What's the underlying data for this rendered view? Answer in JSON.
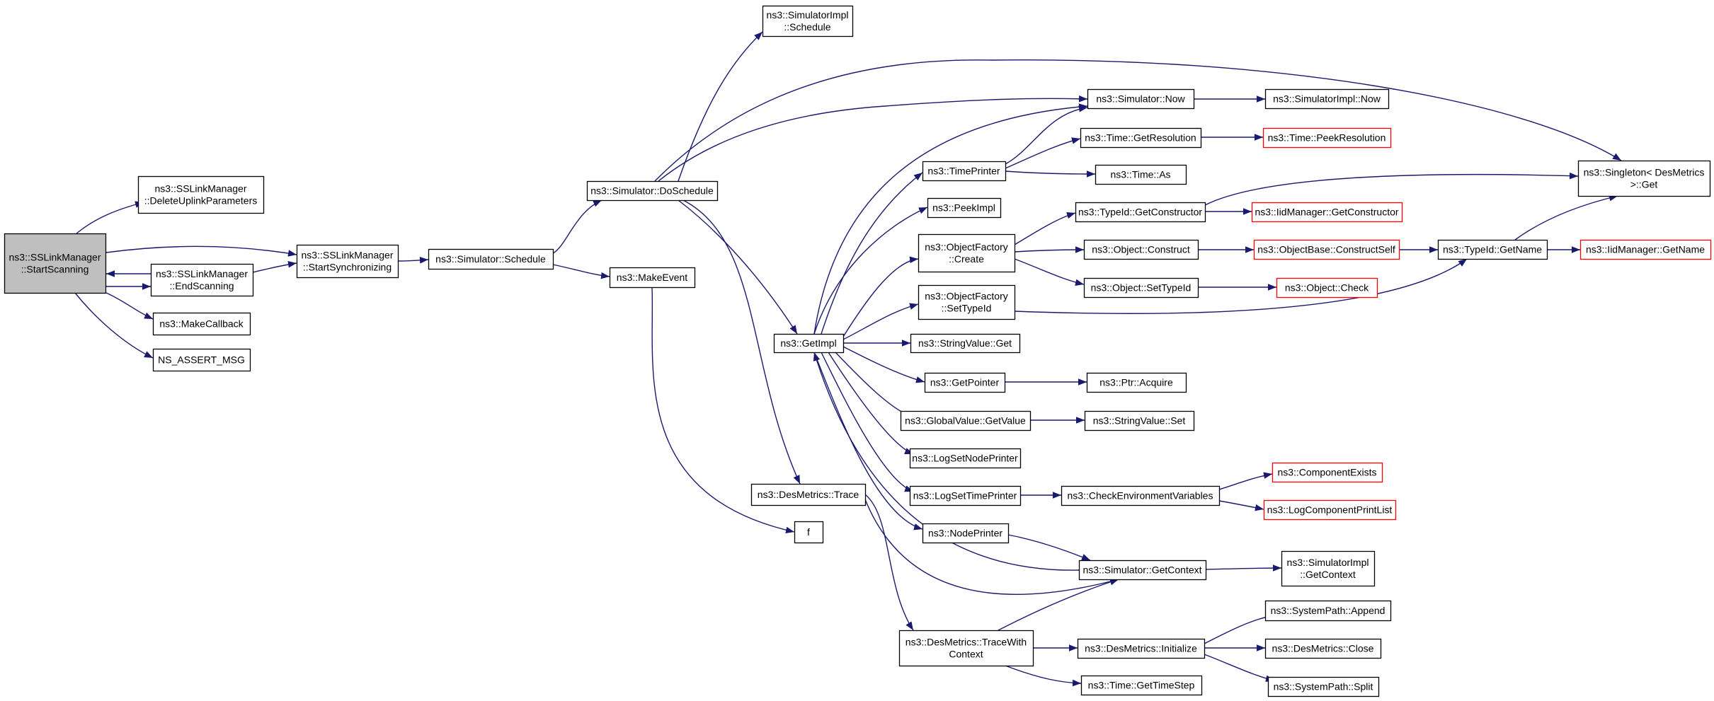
{
  "colors": {
    "edge": "#191970",
    "node_border": "#000000",
    "node_fill": "#ffffff",
    "truncated_border": "#ff0000",
    "focus_fill": "#bfbfbf"
  },
  "nodes": [
    {
      "id": "ss_start_scanning",
      "lines": [
        "ns3::SSLinkManager",
        "::StartScanning"
      ],
      "style": "focus"
    },
    {
      "id": "delete_uplink_params",
      "lines": [
        "ns3::SSLinkManager",
        "::DeleteUplinkParameters"
      ],
      "style": "normal"
    },
    {
      "id": "end_scanning",
      "lines": [
        "ns3::SSLinkManager",
        "::EndScanning"
      ],
      "style": "normal"
    },
    {
      "id": "make_callback",
      "lines": [
        "ns3::MakeCallback"
      ],
      "style": "normal"
    },
    {
      "id": "ns_assert_msg",
      "lines": [
        "NS_ASSERT_MSG"
      ],
      "style": "normal"
    },
    {
      "id": "start_synchronizing",
      "lines": [
        "ns3::SSLinkManager",
        "::StartSynchronizing"
      ],
      "style": "normal"
    },
    {
      "id": "simulator_schedule",
      "lines": [
        "ns3::Simulator::Schedule"
      ],
      "style": "normal"
    },
    {
      "id": "simulator_doschedule",
      "lines": [
        "ns3::Simulator::DoSchedule"
      ],
      "style": "normal"
    },
    {
      "id": "make_event",
      "lines": [
        "ns3::MakeEvent"
      ],
      "style": "normal"
    },
    {
      "id": "simimpl_schedule",
      "lines": [
        "ns3::SimulatorImpl",
        "::Schedule"
      ],
      "style": "normal"
    },
    {
      "id": "desmetrics_trace",
      "lines": [
        "ns3::DesMetrics::Trace"
      ],
      "style": "normal"
    },
    {
      "id": "f_node",
      "lines": [
        "f"
      ],
      "style": "normal"
    },
    {
      "id": "get_impl",
      "lines": [
        "ns3::GetImpl"
      ],
      "style": "normal"
    },
    {
      "id": "desmetrics_trace_with_context",
      "lines": [
        "ns3::DesMetrics::TraceWith",
        "Context"
      ],
      "style": "normal"
    },
    {
      "id": "time_printer",
      "lines": [
        "ns3::TimePrinter"
      ],
      "style": "normal"
    },
    {
      "id": "peek_impl",
      "lines": [
        "ns3::PeekImpl"
      ],
      "style": "normal"
    },
    {
      "id": "objectfactory_create",
      "lines": [
        "ns3::ObjectFactory",
        "::Create"
      ],
      "style": "normal"
    },
    {
      "id": "objectfactory_settypeid",
      "lines": [
        "ns3::ObjectFactory",
        "::SetTypeId"
      ],
      "style": "normal"
    },
    {
      "id": "stringvalue_get",
      "lines": [
        "ns3::StringValue::Get"
      ],
      "style": "normal"
    },
    {
      "id": "get_pointer",
      "lines": [
        "ns3::GetPointer"
      ],
      "style": "normal"
    },
    {
      "id": "globalvalue_getvalue",
      "lines": [
        "ns3::GlobalValue::GetValue"
      ],
      "style": "normal"
    },
    {
      "id": "log_set_node_printer",
      "lines": [
        "ns3::LogSetNodePrinter"
      ],
      "style": "normal"
    },
    {
      "id": "log_set_time_printer",
      "lines": [
        "ns3::LogSetTimePrinter"
      ],
      "style": "normal"
    },
    {
      "id": "node_printer",
      "lines": [
        "ns3::NodePrinter"
      ],
      "style": "normal"
    },
    {
      "id": "simulator_now",
      "lines": [
        "ns3::Simulator::Now"
      ],
      "style": "normal"
    },
    {
      "id": "time_get_resolution",
      "lines": [
        "ns3::Time::GetResolution"
      ],
      "style": "normal"
    },
    {
      "id": "time_as",
      "lines": [
        "ns3::Time::As"
      ],
      "style": "normal"
    },
    {
      "id": "typeid_get_constructor",
      "lines": [
        "ns3::TypeId::GetConstructor"
      ],
      "style": "normal"
    },
    {
      "id": "object_construct",
      "lines": [
        "ns3::Object::Construct"
      ],
      "style": "normal"
    },
    {
      "id": "object_settypeid",
      "lines": [
        "ns3::Object::SetTypeId"
      ],
      "style": "normal"
    },
    {
      "id": "ptr_acquire",
      "lines": [
        "ns3::Ptr::Acquire"
      ],
      "style": "normal"
    },
    {
      "id": "stringvalue_set",
      "lines": [
        "ns3::StringValue::Set"
      ],
      "style": "normal"
    },
    {
      "id": "check_env_vars",
      "lines": [
        "ns3::CheckEnvironmentVariables"
      ],
      "style": "normal"
    },
    {
      "id": "simulator_get_context",
      "lines": [
        "ns3::Simulator::GetContext"
      ],
      "style": "normal"
    },
    {
      "id": "desmetrics_initialize",
      "lines": [
        "ns3::DesMetrics::Initialize"
      ],
      "style": "normal"
    },
    {
      "id": "time_get_time_step",
      "lines": [
        "ns3::Time::GetTimeStep"
      ],
      "style": "normal"
    },
    {
      "id": "simimpl_now",
      "lines": [
        "ns3::SimulatorImpl::Now"
      ],
      "style": "normal"
    },
    {
      "id": "time_peek_resolution",
      "lines": [
        "ns3::Time::PeekResolution"
      ],
      "style": "truncated"
    },
    {
      "id": "iidmanager_get_constructor",
      "lines": [
        "ns3::IidManager::GetConstructor"
      ],
      "style": "truncated"
    },
    {
      "id": "objectbase_construct_self",
      "lines": [
        "ns3::ObjectBase::ConstructSelf"
      ],
      "style": "truncated"
    },
    {
      "id": "object_check",
      "lines": [
        "ns3::Object::Check"
      ],
      "style": "truncated"
    },
    {
      "id": "component_exists",
      "lines": [
        "ns3::ComponentExists"
      ],
      "style": "truncated"
    },
    {
      "id": "log_component_print_list",
      "lines": [
        "ns3::LogComponentPrintList"
      ],
      "style": "truncated"
    },
    {
      "id": "simimpl_get_context",
      "lines": [
        "ns3::SimulatorImpl",
        "::GetContext"
      ],
      "style": "normal"
    },
    {
      "id": "systempath_append",
      "lines": [
        "ns3::SystemPath::Append"
      ],
      "style": "normal"
    },
    {
      "id": "desmetrics_close",
      "lines": [
        "ns3::DesMetrics::Close"
      ],
      "style": "normal"
    },
    {
      "id": "systempath_split",
      "lines": [
        "ns3::SystemPath::Split"
      ],
      "style": "normal"
    },
    {
      "id": "typeid_get_name",
      "lines": [
        "ns3::TypeId::GetName"
      ],
      "style": "normal"
    },
    {
      "id": "singleton_get",
      "lines": [
        "ns3::Singleton< DesMetrics",
        " >::Get"
      ],
      "style": "normal"
    },
    {
      "id": "iidmanager_get_name",
      "lines": [
        "ns3::IidManager::GetName"
      ],
      "style": "truncated"
    }
  ],
  "edges": [
    {
      "from": "ss_start_scanning",
      "to": "delete_uplink_params"
    },
    {
      "from": "ss_start_scanning",
      "to": "end_scanning"
    },
    {
      "from": "ss_start_scanning",
      "to": "make_callback"
    },
    {
      "from": "ss_start_scanning",
      "to": "ns_assert_msg"
    },
    {
      "from": "ss_start_scanning",
      "to": "start_synchronizing"
    },
    {
      "from": "end_scanning",
      "to": "ss_start_scanning"
    },
    {
      "from": "end_scanning",
      "to": "start_synchronizing"
    },
    {
      "from": "start_synchronizing",
      "to": "simulator_schedule"
    },
    {
      "from": "simulator_schedule",
      "to": "simulator_doschedule"
    },
    {
      "from": "simulator_schedule",
      "to": "make_event"
    },
    {
      "from": "simulator_doschedule",
      "to": "simimpl_schedule"
    },
    {
      "from": "simulator_doschedule",
      "to": "desmetrics_trace"
    },
    {
      "from": "simulator_doschedule",
      "to": "get_impl"
    },
    {
      "from": "simulator_doschedule",
      "to": "simulator_now"
    },
    {
      "from": "simulator_doschedule",
      "to": "singleton_get"
    },
    {
      "from": "make_event",
      "to": "f_node"
    },
    {
      "from": "desmetrics_trace",
      "to": "desmetrics_trace_with_context"
    },
    {
      "from": "desmetrics_trace",
      "to": "simulator_get_context"
    },
    {
      "from": "get_impl",
      "to": "time_printer"
    },
    {
      "from": "get_impl",
      "to": "peek_impl"
    },
    {
      "from": "get_impl",
      "to": "objectfactory_create"
    },
    {
      "from": "get_impl",
      "to": "objectfactory_settypeid"
    },
    {
      "from": "get_impl",
      "to": "stringvalue_get"
    },
    {
      "from": "get_impl",
      "to": "get_pointer"
    },
    {
      "from": "get_impl",
      "to": "globalvalue_getvalue"
    },
    {
      "from": "get_impl",
      "to": "log_set_node_printer"
    },
    {
      "from": "get_impl",
      "to": "log_set_time_printer"
    },
    {
      "from": "get_impl",
      "to": "node_printer"
    },
    {
      "from": "get_impl",
      "to": "simulator_now"
    },
    {
      "from": "simulator_get_context",
      "to": "get_impl"
    },
    {
      "from": "time_printer",
      "to": "simulator_now"
    },
    {
      "from": "time_printer",
      "to": "time_get_resolution"
    },
    {
      "from": "time_printer",
      "to": "time_as"
    },
    {
      "from": "simulator_now",
      "to": "simimpl_now"
    },
    {
      "from": "time_get_resolution",
      "to": "time_peek_resolution"
    },
    {
      "from": "objectfactory_create",
      "to": "typeid_get_constructor"
    },
    {
      "from": "objectfactory_create",
      "to": "object_construct"
    },
    {
      "from": "objectfactory_create",
      "to": "object_settypeid"
    },
    {
      "from": "typeid_get_constructor",
      "to": "iidmanager_get_constructor"
    },
    {
      "from": "typeid_get_constructor",
      "to": "singleton_get"
    },
    {
      "from": "object_construct",
      "to": "objectbase_construct_self"
    },
    {
      "from": "objectbase_construct_self",
      "to": "typeid_get_name"
    },
    {
      "from": "object_settypeid",
      "to": "object_check"
    },
    {
      "from": "objectfactory_settypeid",
      "to": "typeid_get_name"
    },
    {
      "from": "typeid_get_name",
      "to": "iidmanager_get_name"
    },
    {
      "from": "typeid_get_name",
      "to": "singleton_get"
    },
    {
      "from": "get_pointer",
      "to": "ptr_acquire"
    },
    {
      "from": "globalvalue_getvalue",
      "to": "stringvalue_set"
    },
    {
      "from": "log_set_time_printer",
      "to": "check_env_vars"
    },
    {
      "from": "check_env_vars",
      "to": "component_exists"
    },
    {
      "from": "check_env_vars",
      "to": "log_component_print_list"
    },
    {
      "from": "node_printer",
      "to": "simulator_get_context"
    },
    {
      "from": "simulator_get_context",
      "to": "simimpl_get_context"
    },
    {
      "from": "desmetrics_trace_with_context",
      "to": "simulator_get_context"
    },
    {
      "from": "desmetrics_trace_with_context",
      "to": "desmetrics_initialize"
    },
    {
      "from": "desmetrics_trace_with_context",
      "to": "time_get_time_step"
    },
    {
      "from": "desmetrics_initialize",
      "to": "systempath_append"
    },
    {
      "from": "desmetrics_initialize",
      "to": "desmetrics_close"
    },
    {
      "from": "desmetrics_initialize",
      "to": "systempath_split"
    }
  ]
}
